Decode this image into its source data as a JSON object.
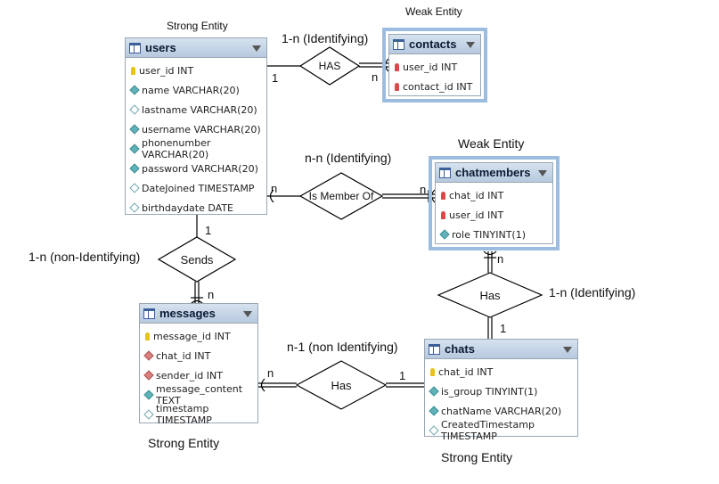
{
  "captions": {
    "users_caption": "Strong Entity",
    "contacts_caption": "Weak Entity",
    "chatmembers_caption": "Weak Entity",
    "messages_caption": "Strong Entity",
    "chats_caption": "Strong Entity"
  },
  "entities": {
    "users": {
      "title": "users",
      "attributes": [
        {
          "text": "user_id INT",
          "icon": "primary-key"
        },
        {
          "text": "name VARCHAR(20)",
          "icon": "filled-diamond"
        },
        {
          "text": "lastname VARCHAR(20)",
          "icon": "hollow-diamond"
        },
        {
          "text": "username VARCHAR(20)",
          "icon": "filled-diamond"
        },
        {
          "text": "phonenumber VARCHAR(20)",
          "icon": "filled-diamond"
        },
        {
          "text": "password VARCHAR(20)",
          "icon": "filled-diamond"
        },
        {
          "text": "DateJoined TIMESTAMP",
          "icon": "hollow-diamond"
        },
        {
          "text": "birthdaydate DATE",
          "icon": "hollow-diamond"
        }
      ]
    },
    "contacts": {
      "title": "contacts",
      "attributes": [
        {
          "text": "user_id INT",
          "icon": "foreign-primary-key"
        },
        {
          "text": "contact_id INT",
          "icon": "foreign-primary-key"
        }
      ]
    },
    "chatmembers": {
      "title": "chatmembers",
      "attributes": [
        {
          "text": "chat_id INT",
          "icon": "foreign-primary-key"
        },
        {
          "text": "user_id INT",
          "icon": "foreign-primary-key"
        },
        {
          "text": "role TINYINT(1)",
          "icon": "filled-diamond"
        }
      ]
    },
    "messages": {
      "title": "messages",
      "attributes": [
        {
          "text": "message_id INT",
          "icon": "primary-key"
        },
        {
          "text": "chat_id INT",
          "icon": "foreign-diamond"
        },
        {
          "text": "sender_id INT",
          "icon": "foreign-diamond"
        },
        {
          "text": "message_content TEXT",
          "icon": "filled-diamond"
        },
        {
          "text": "timestamp TIMESTAMP",
          "icon": "hollow-diamond"
        }
      ]
    },
    "chats": {
      "title": "chats",
      "attributes": [
        {
          "text": "chat_id INT",
          "icon": "primary-key"
        },
        {
          "text": "is_group TINYINT(1)",
          "icon": "filled-diamond"
        },
        {
          "text": "chatName VARCHAR(20)",
          "icon": "filled-diamond"
        },
        {
          "text": "CreatedTimestamp TIMESTAMP",
          "icon": "hollow-diamond"
        }
      ]
    }
  },
  "relationships": {
    "users_contacts": {
      "name": "HAS",
      "type": "1-n (Identifying)",
      "card_a": "1",
      "card_b": "n"
    },
    "users_chatmembers": {
      "name": "Is Member Of",
      "type": "n-n (Identifying)",
      "card_a": "n",
      "card_b": "n"
    },
    "users_messages": {
      "name": "Sends",
      "type": "1-n (non-Identifying)",
      "card_a": "1",
      "card_b": "n"
    },
    "chatmembers_chats": {
      "name": "Has",
      "type": "1-n (Identifying)",
      "card_a": "n",
      "card_b": "1"
    },
    "messages_chats": {
      "name": "Has",
      "type": "n-1 (non Identifying)",
      "card_a": "n",
      "card_b": "1"
    }
  },
  "colors": {
    "header": "#c6d5e6",
    "weak_frame": "#9dbde0",
    "line": "#000000"
  }
}
